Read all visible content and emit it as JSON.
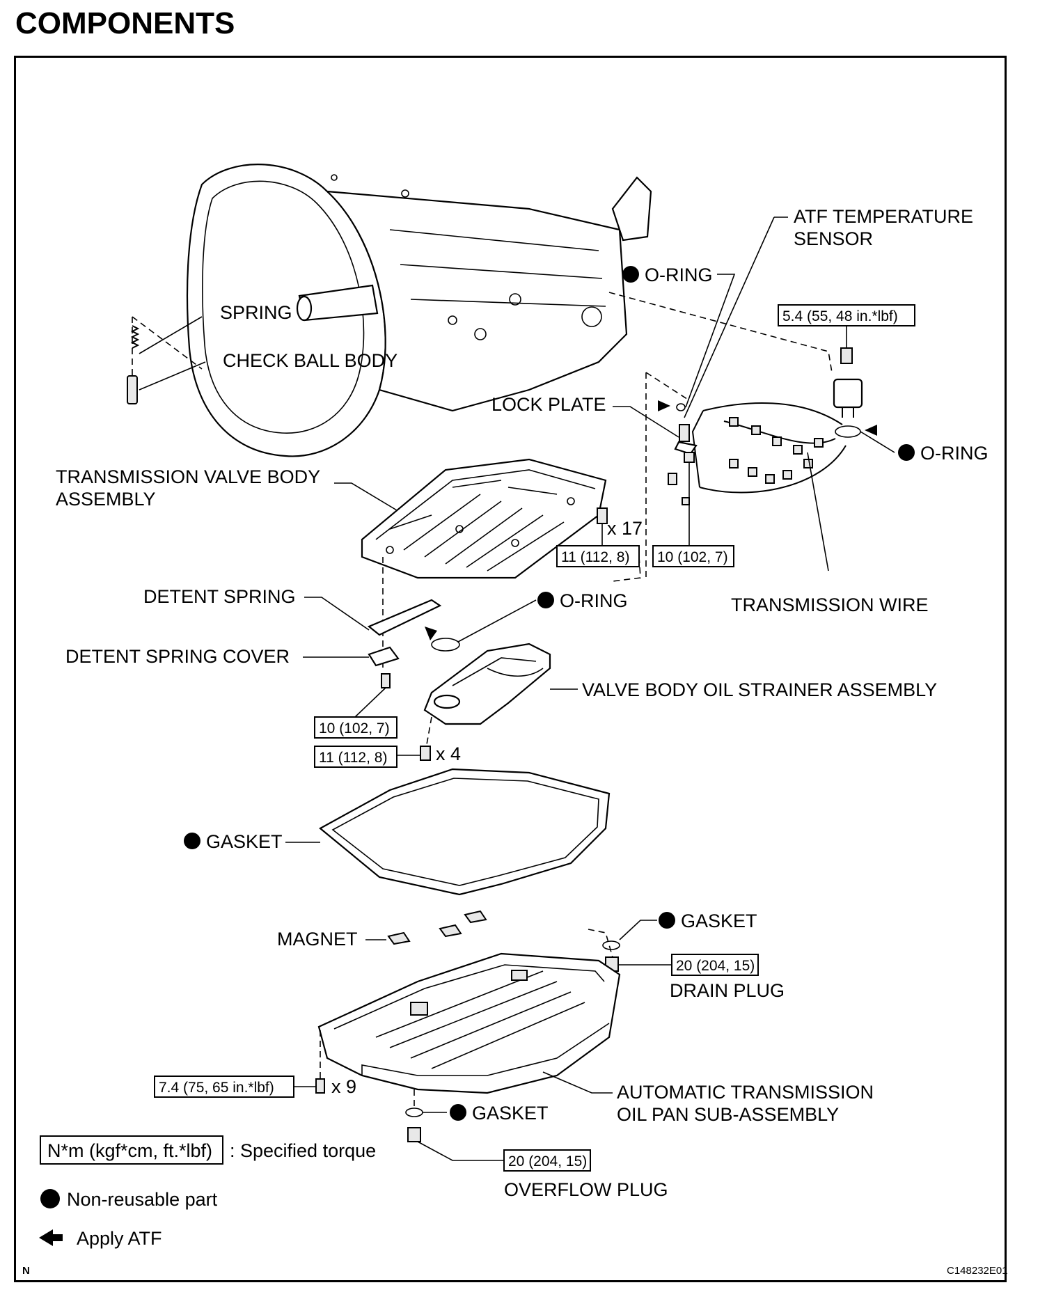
{
  "title": "COMPONENTS",
  "labels": {
    "atf_temp_1": "ATF TEMPERATURE",
    "atf_temp_2": "SENSOR",
    "oring_top": "O-RING",
    "oring_right": "O-RING",
    "oring_mid": "O-RING",
    "spring": "SPRING",
    "check_ball": "CHECK BALL BODY",
    "lock_plate": "LOCK PLATE",
    "valve_body_1": "TRANSMISSION VALVE BODY",
    "valve_body_2": "ASSEMBLY",
    "x17": "x 17",
    "trans_wire": "TRANSMISSION WIRE",
    "detent_spring": "DETENT SPRING",
    "detent_cover": "DETENT SPRING COVER",
    "strainer": "VALVE BODY OIL STRAINER ASSEMBLY",
    "x4": "x 4",
    "gasket_main": "GASKET",
    "magnet": "MAGNET",
    "gasket_drain": "GASKET",
    "drain_plug": "DRAIN PLUG",
    "oil_pan_1": "AUTOMATIC TRANSMISSION",
    "oil_pan_2": "OIL PAN SUB-ASSEMBLY",
    "x9": "x 9",
    "gasket_overflow": "GASKET",
    "overflow_plug": "OVERFLOW PLUG"
  },
  "torques": {
    "sensor_bolt": "5.4 (55, 48 in.*lbf)",
    "valve_body": "11 (112, 8)",
    "lock_plate": "10 (102, 7)",
    "detent": "10 (102, 7)",
    "strainer": "11 (112, 8)",
    "drain_plug": "20 (204, 15)",
    "oil_pan": "7.4 (75, 65 in.*lbf)",
    "overflow_plug": "20 (204, 15)"
  },
  "legend": {
    "torque_box": "N*m (kgf*cm, ft.*lbf)",
    "torque_text": ": Specified torque",
    "nonreusable": "Non-reusable part",
    "apply_atf": "Apply ATF"
  },
  "footer": {
    "left": "N",
    "code": "C148232E01"
  }
}
